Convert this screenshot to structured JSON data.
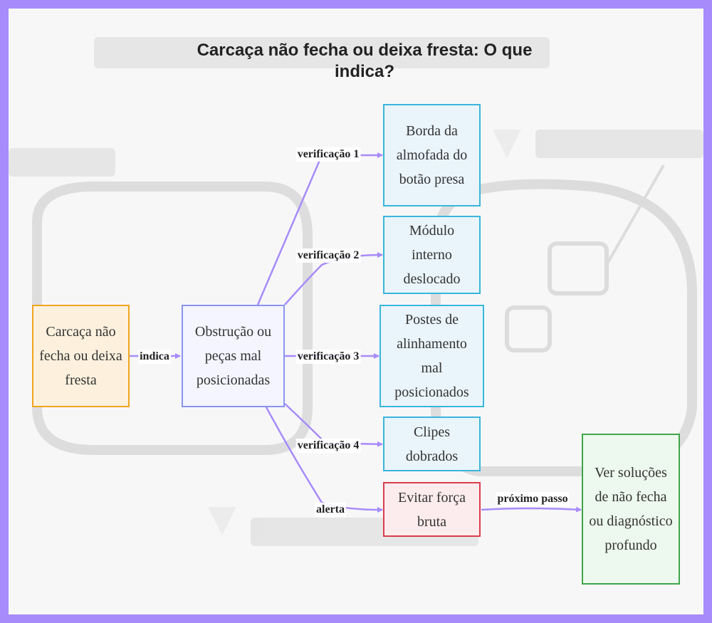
{
  "title": "Carcaça não fecha ou deixa fresta: O que indica?",
  "colors": {
    "edge": "#a78bfa",
    "frame": "#a78bfa",
    "cause": "#f0a51e",
    "hub": "#8a94f0",
    "check": "#3ab5dc",
    "alert": "#d93d4b",
    "next": "#3fa64a"
  },
  "nodes": {
    "start": "Carcaça não fecha ou deixa fresta",
    "hub": "Obstrução ou peças mal posicionadas",
    "check1": "Borda da almofada do botão presa",
    "check2": "Módulo interno deslocado",
    "check3": "Postes de alinhamento mal posicionados",
    "check4": "Clipes dobrados",
    "alert": "Evitar força bruta",
    "next": "Ver soluções de não fecha ou diagnóstico profundo"
  },
  "edges": {
    "indica": "indica",
    "v1": "verificação 1",
    "v2": "verificação 2",
    "v3": "verificação 3",
    "v4": "verificação 4",
    "alerta": "alerta",
    "proximo": "próximo passo"
  }
}
